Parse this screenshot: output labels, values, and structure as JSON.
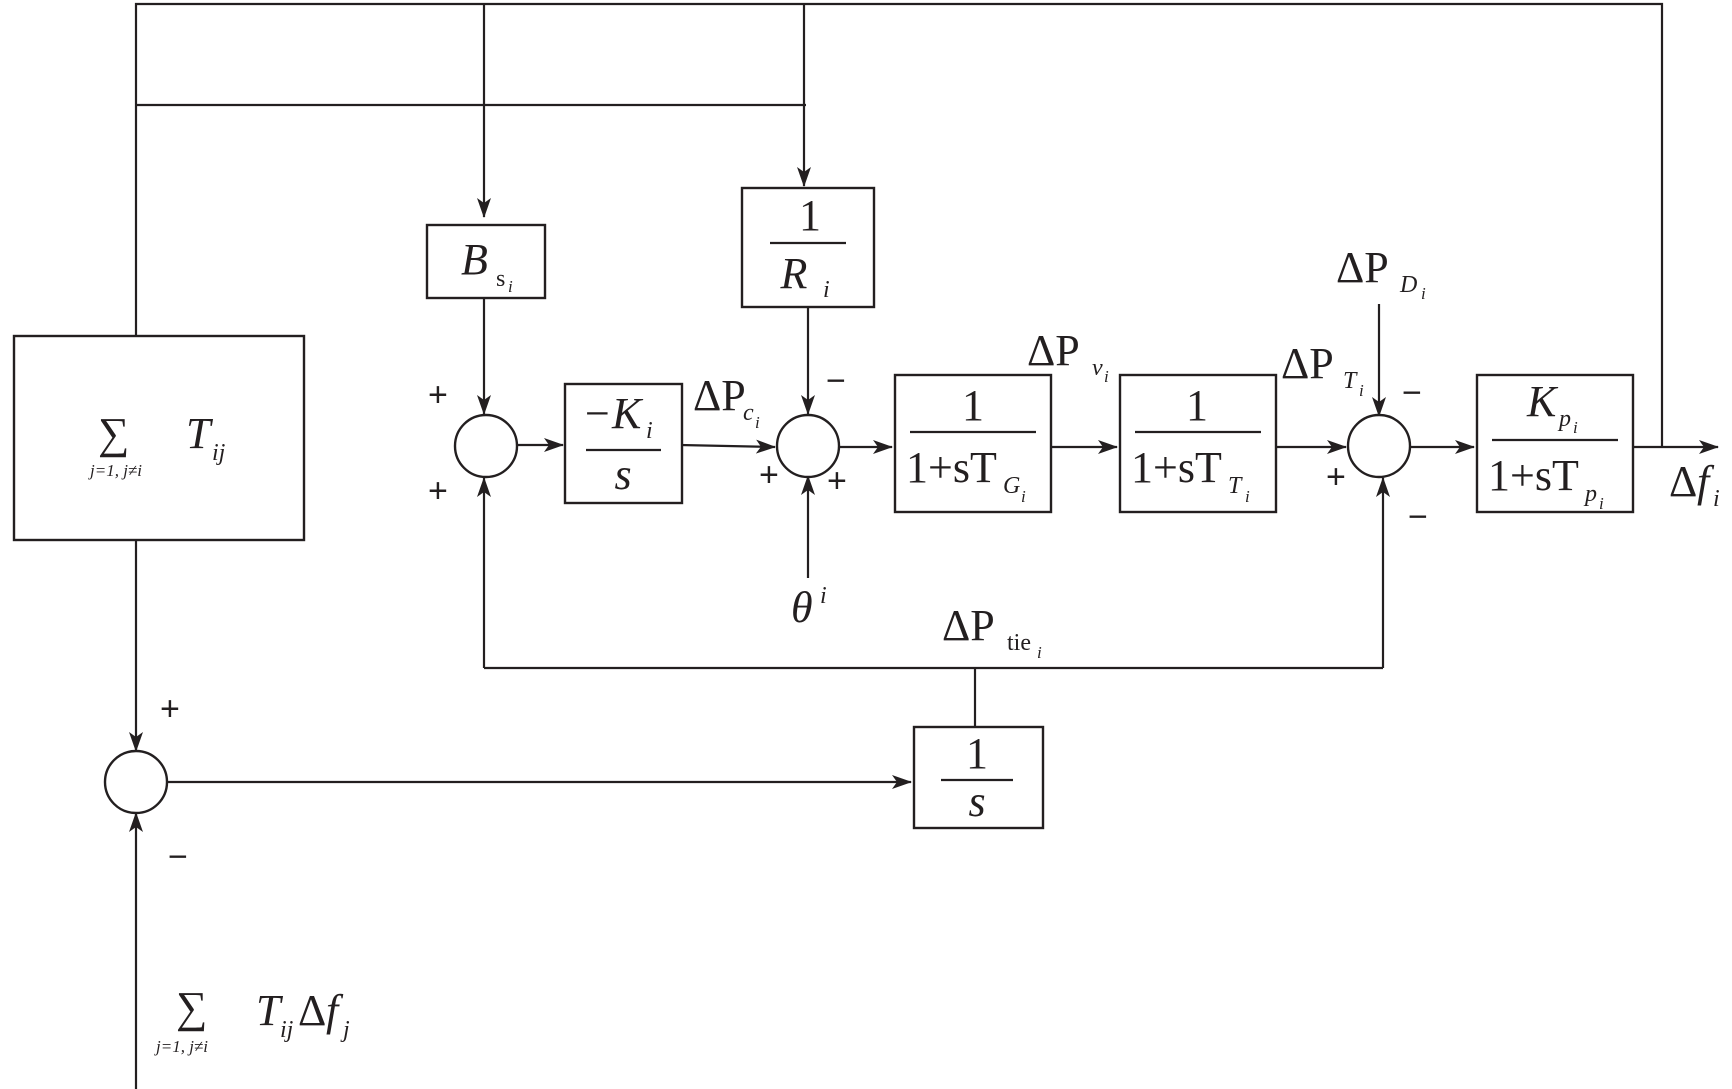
{
  "blocks": {
    "tie_sum": {
      "sigma": "∑",
      "limits": "j=1, j≠i",
      "term": "T",
      "term_sub": "ij"
    },
    "bias": {
      "symbol": "B",
      "sub": "s",
      "subsub": "i"
    },
    "droop": {
      "num": "1",
      "den": "R",
      "den_sub": "i"
    },
    "integral_gain": {
      "num_sign": "−",
      "num": "K",
      "num_sub": "i",
      "den": "s"
    },
    "governor": {
      "num": "1",
      "den": "1+sT",
      "den_sub": "G",
      "den_subsub": "i"
    },
    "turbine": {
      "num": "1",
      "den": "1+sT",
      "den_sub": "T",
      "den_subsub": "i"
    },
    "power_system": {
      "num": "K",
      "num_sub": "p",
      "num_subsub": "i",
      "den": "1+sT",
      "den_sub": "p",
      "den_subsub": "i"
    },
    "tie_integrator": {
      "num": "1",
      "den": "s"
    }
  },
  "signals": {
    "pc": {
      "delta": "ΔP",
      "sub": "c",
      "subsub": "i"
    },
    "pv": {
      "delta": "ΔP",
      "sub": "v",
      "subsub": "i"
    },
    "pt": {
      "delta": "ΔP",
      "sub": "T",
      "subsub": "i"
    },
    "pd": {
      "delta": "ΔP",
      "sub": "D",
      "subsub": "i"
    },
    "ptie": {
      "delta": "ΔP",
      "sub": "tie",
      "subsub": "i"
    },
    "theta": {
      "symbol": "θ",
      "sup": "i"
    },
    "df": {
      "delta": "Δ",
      "symbol": "f",
      "sub": "i"
    },
    "external": {
      "sigma": "∑",
      "limits": "j=1, j≠i",
      "term": "T",
      "term_sub": "ij",
      "delta": "Δ",
      "f": "f",
      "f_sub": "j"
    }
  },
  "signs": {
    "plus": "+",
    "minus": "−"
  }
}
